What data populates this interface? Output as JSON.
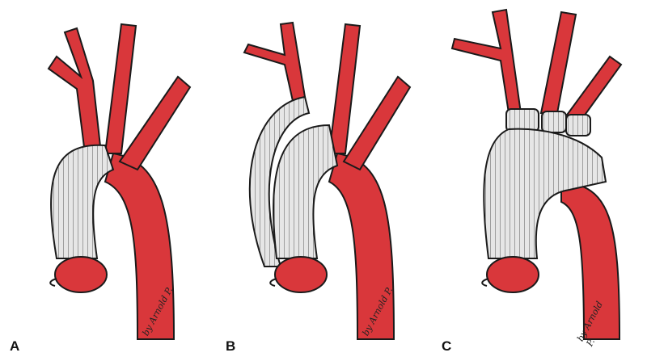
{
  "panels": [
    {
      "letter": "A",
      "signature": "by Arnold P."
    },
    {
      "letter": "B",
      "signature": "by Arnold P."
    },
    {
      "letter": "C",
      "signature": "by Arnold P."
    }
  ],
  "colors": {
    "vessel": "#d9373b",
    "vessel_highlight": "#ef6a6c",
    "graft": "#e6e6e6",
    "outline": "#1a1a1a"
  }
}
